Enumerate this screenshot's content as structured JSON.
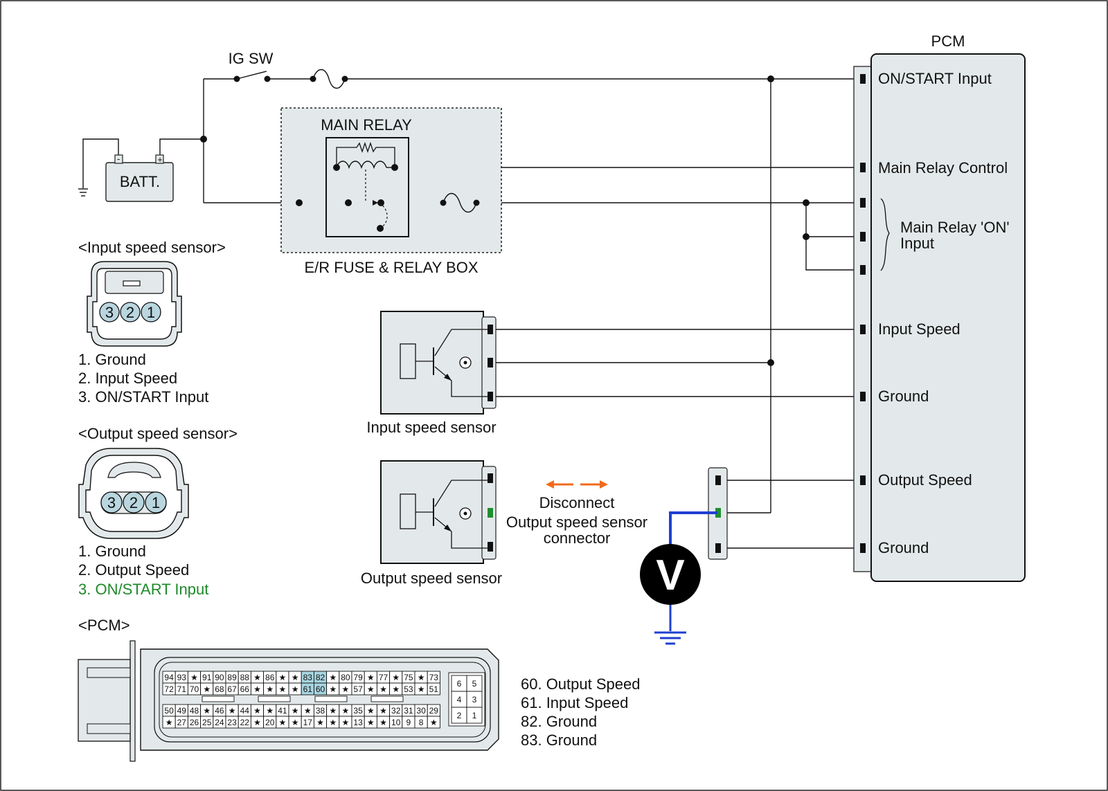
{
  "colors": {
    "box_fill": "#e3e9ea",
    "pin_fill": "#b9d6df",
    "highlight_pin": "#a7d4e0",
    "probe_wire": "#1f3fd0",
    "arrow": "#f26a1b",
    "green_text": "#1e8a2a",
    "green_pin": "#1f8f2f"
  },
  "labels": {
    "ig_sw": "IG SW",
    "batt": "BATT.",
    "batt_neg": "-",
    "batt_pos": "+",
    "main_relay": "MAIN RELAY",
    "er_box": "E/R FUSE & RELAY BOX",
    "pcm_title": "PCM",
    "input_sensor": "Input speed sensor",
    "output_sensor": "Output speed sensor",
    "voltmeter": "V"
  },
  "pcm_pins": {
    "on_start": "ON/START Input",
    "main_relay_control": "Main Relay Control",
    "main_relay_on_1": "Main Relay 'ON'",
    "main_relay_on_2": "Input",
    "input_speed": "Input Speed",
    "ground1": "Ground",
    "output_speed": "Output Speed",
    "ground2": "Ground"
  },
  "instruction": {
    "line1": "Disconnect",
    "line2": "Output speed sensor",
    "line3": "connector"
  },
  "input_connector": {
    "title": "<Input speed sensor>",
    "pins": [
      "3",
      "2",
      "1"
    ],
    "legend": [
      "1. Ground",
      "2. Input Speed",
      "3. ON/START Input"
    ]
  },
  "output_connector": {
    "title": "<Output speed sensor>",
    "pins": [
      "3",
      "2",
      "1"
    ],
    "legend": [
      "1. Ground",
      "2. Output Speed",
      "3. ON/START Input"
    ]
  },
  "pcm_connector": {
    "title": "<PCM>",
    "row1": [
      "94",
      "93",
      "★",
      "91",
      "90",
      "89",
      "88",
      "★",
      "86",
      "★",
      "★",
      "83",
      "82",
      "★",
      "80",
      "79",
      "★",
      "77",
      "★",
      "75",
      "★",
      "73"
    ],
    "row2": [
      "72",
      "71",
      "70",
      "★",
      "68",
      "67",
      "66",
      "★",
      "★",
      "★",
      "★",
      "61",
      "60",
      "★",
      "★",
      "57",
      "★",
      "★",
      "★",
      "53",
      "★",
      "51"
    ],
    "row3": [
      "50",
      "49",
      "48",
      "★",
      "46",
      "★",
      "44",
      "★",
      "★",
      "41",
      "★",
      "★",
      "38",
      "★",
      "★",
      "35",
      "★",
      "★",
      "32",
      "31",
      "30",
      "29"
    ],
    "row4": [
      "★",
      "27",
      "26",
      "25",
      "24",
      "23",
      "22",
      "★",
      "20",
      "★",
      "★",
      "17",
      "★",
      "★",
      "★",
      "13",
      "★",
      "★",
      "10",
      "9",
      "8",
      "★"
    ],
    "highlighted": [
      "83",
      "82",
      "61",
      "60"
    ],
    "small_grid": [
      "6",
      "5",
      "4",
      "3",
      "2",
      "1"
    ],
    "legend": [
      "60. Output Speed",
      "61. Input Speed",
      "82. Ground",
      "83. Ground"
    ]
  }
}
